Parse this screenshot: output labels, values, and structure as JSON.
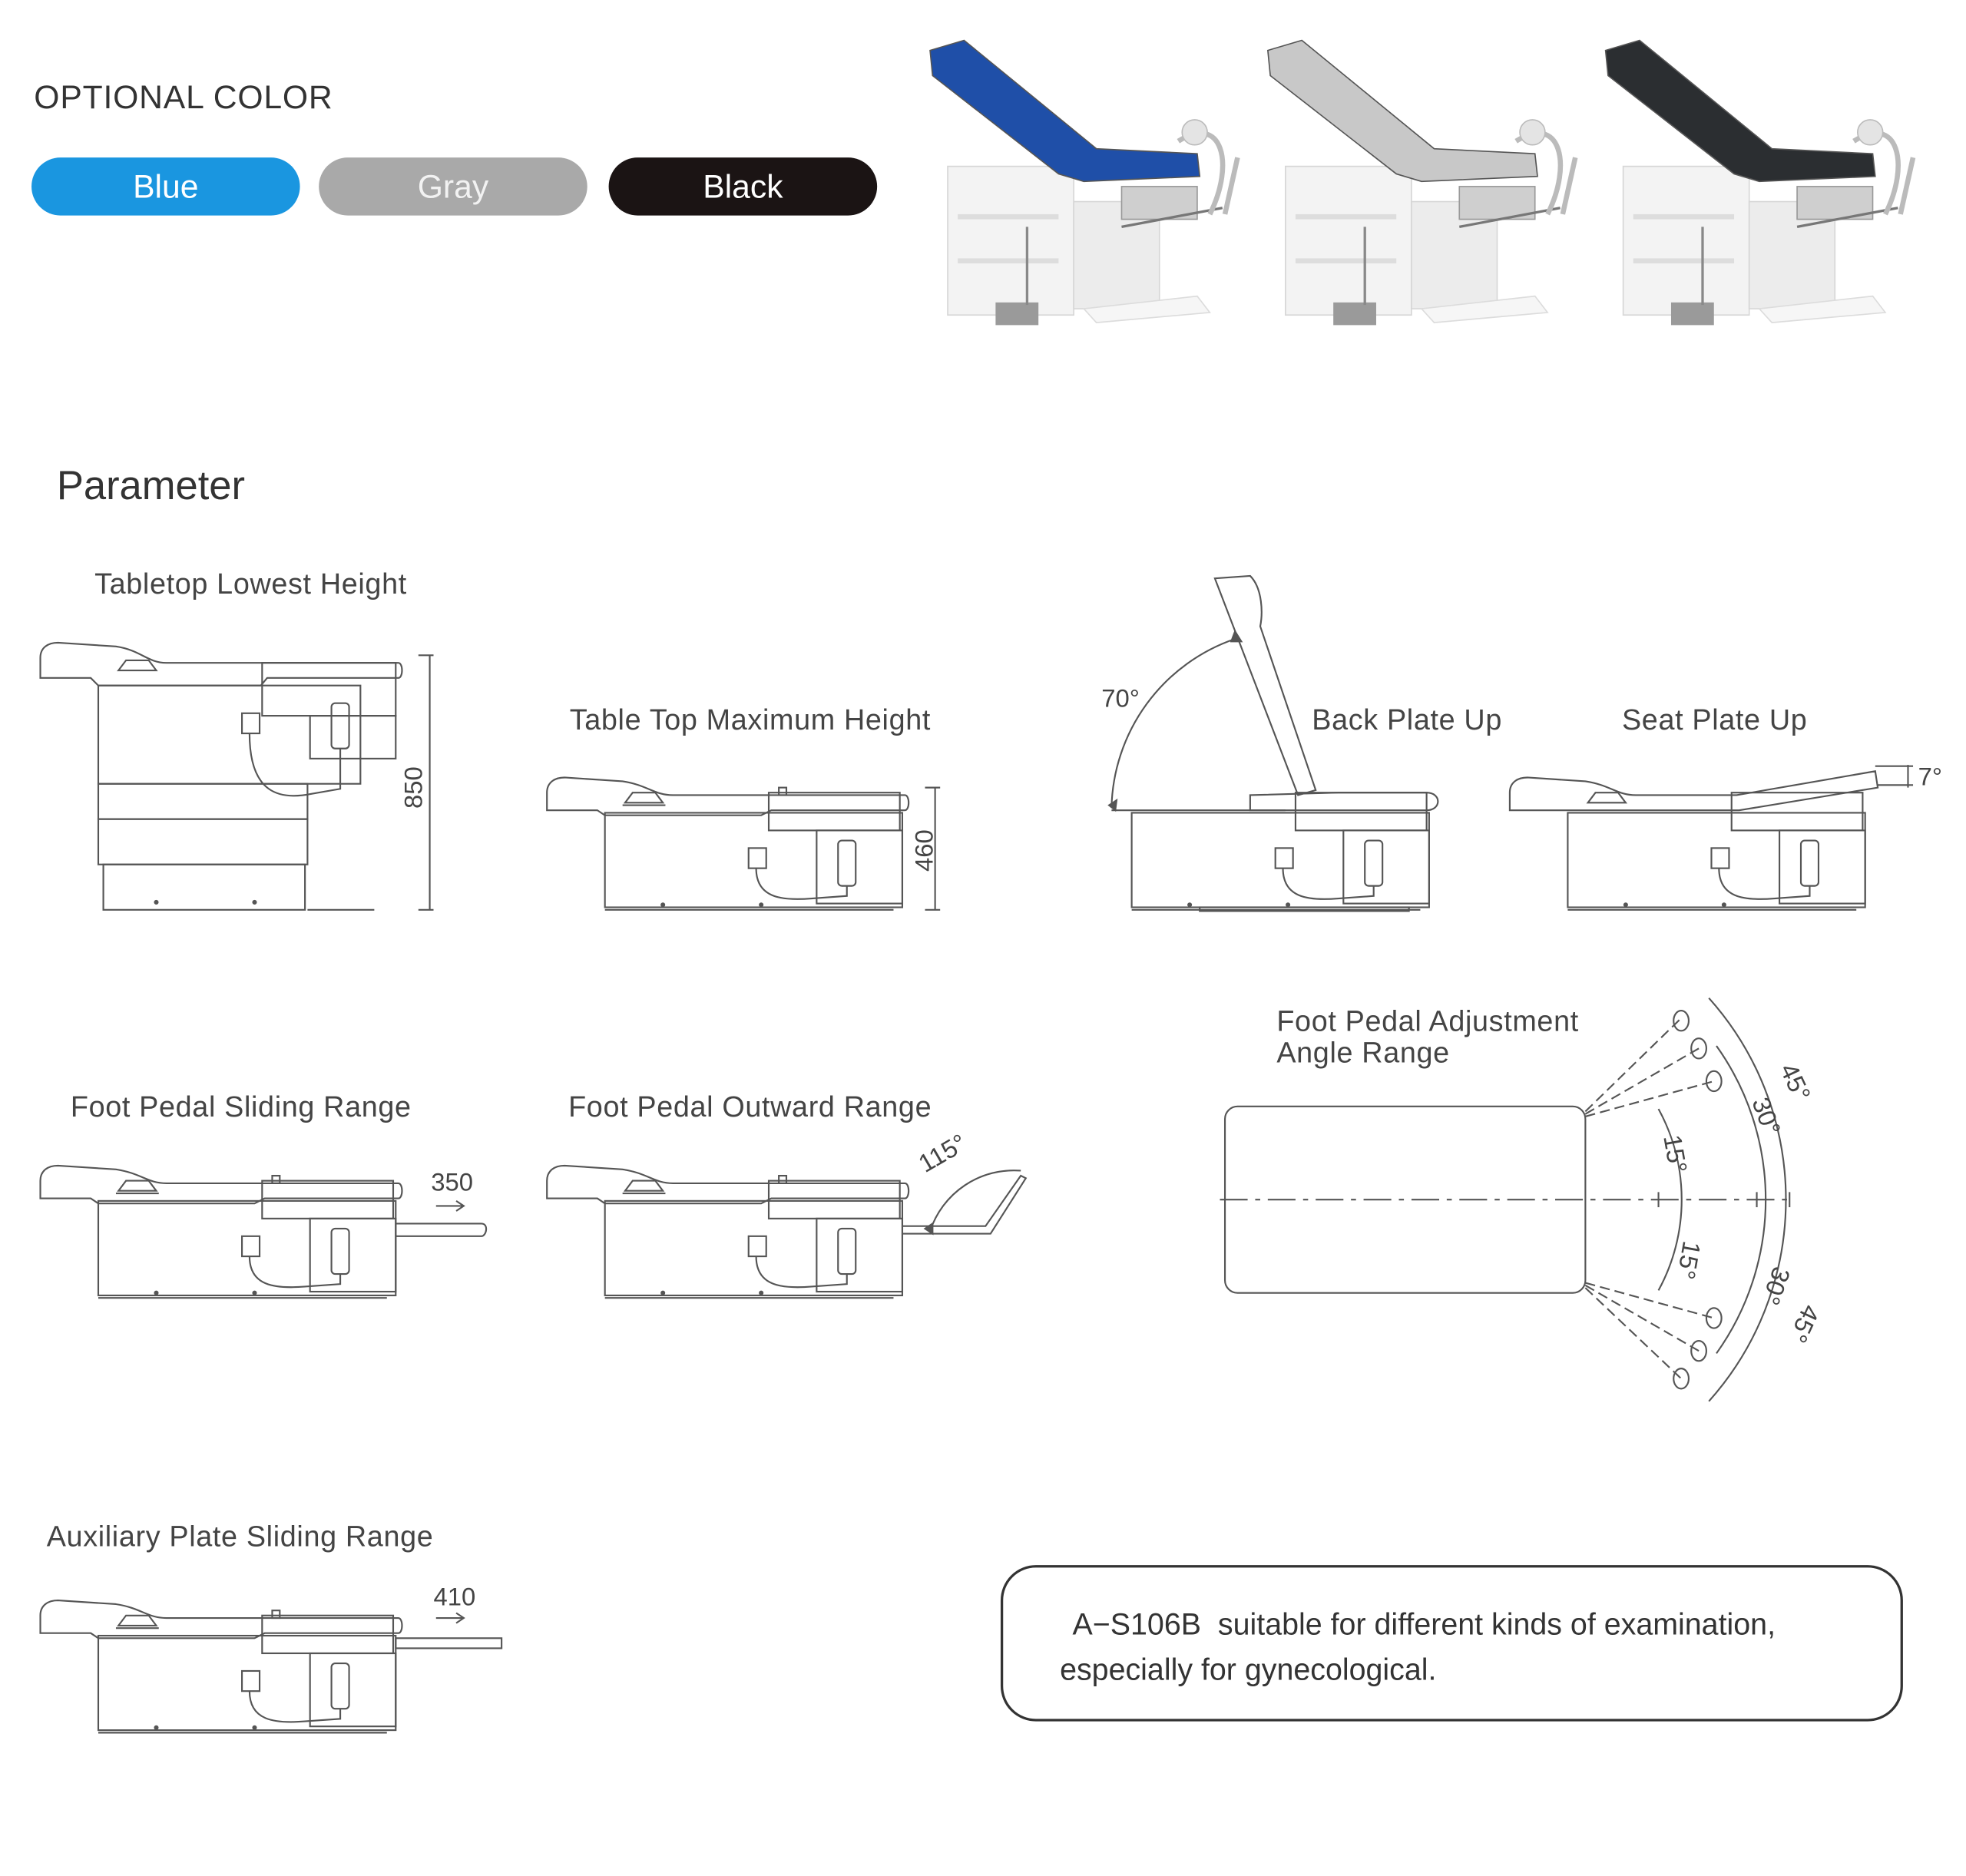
{
  "optional_color": {
    "title": "OPTIONAL COLOR",
    "swatches": [
      {
        "label": "Blue",
        "color": "#1a96e0",
        "text_color": "#ffffff"
      },
      {
        "label": "Gray",
        "color": "#a9a9a9",
        "text_color": "#f2f2f2"
      },
      {
        "label": "Black",
        "color": "#1b1414",
        "text_color": "#ffffff"
      }
    ],
    "chair_colors": [
      "#1f4fa8",
      "#c8c8c8",
      "#2b2e31"
    ]
  },
  "parameter": {
    "title": "Parameter",
    "tabletop_lowest_height": {
      "label": "Tabletop Lowest Height",
      "value": "850"
    },
    "table_top_maximum_height": {
      "label": "Table Top Maximum Height",
      "value": "460"
    },
    "back_plate_up": {
      "label": "Back Plate Up",
      "angle": "70°"
    },
    "seat_plate_up": {
      "label": "Seat Plate Up",
      "angle": "7°"
    },
    "foot_pedal_sliding_range": {
      "label": "Foot Pedal Sliding Range",
      "value": "350"
    },
    "foot_pedal_outward_range": {
      "label": "Foot Pedal Outward Range",
      "angle": "115°"
    },
    "foot_pedal_adjustment": {
      "label_line1": "Foot Pedal Adjustment",
      "label_line2": "Angle Range",
      "angle_15": "15°",
      "angle_30": "30°",
      "angle_45": "45°"
    },
    "auxiliary_plate_sliding_range": {
      "label": "Auxiliary Plate Sliding Range",
      "value": "410"
    }
  },
  "note": {
    "model": "A−S106B",
    "line1": "suitable for different kinds of examination,",
    "line2": "especially for gynecological."
  }
}
